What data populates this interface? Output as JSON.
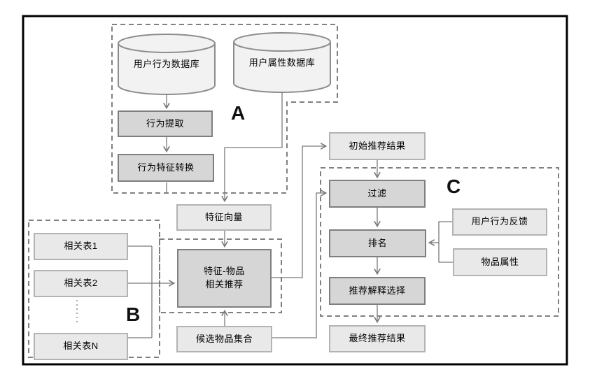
{
  "diagram": {
    "group_labels": {
      "a": "A",
      "b": "B",
      "c": "C"
    },
    "nodes": {
      "user_behavior_db": "用户行为数据库",
      "user_attribute_db": "用户属性数据库",
      "behavior_extraction": "行为提取",
      "behavior_feature_conversion": "行为特征转换",
      "feature_vector": "特征向量",
      "feature_item_recommend_line1": "特征-物品",
      "feature_item_recommend_line2": "相关推荐",
      "candidate_item_set": "候选物品集合",
      "related_table_1": "相关表1",
      "related_table_2": "相关表2",
      "related_table_n": "相关表N",
      "initial_results": "初始推荐结果",
      "filter": "过滤",
      "ranking": "排名",
      "user_behavior_feedback": "用户行为反馈",
      "item_attributes": "物品属性",
      "explanation_selection": "推荐解释选择",
      "final_results": "最终推荐结果"
    },
    "colors": {
      "process_box_fill": "#d6d6d6",
      "process_box_border": "#7f7f7f",
      "data_box_fill": "#e9e9e9",
      "data_box_border": "#b3b3b3",
      "cylinder_fill": "#f2f2f2",
      "cylinder_border": "#8c8c8c",
      "connector_line": "#7a7a7a",
      "dashed_group_border": "#808080",
      "frame_border": "#000000",
      "background": "#ffffff"
    }
  }
}
